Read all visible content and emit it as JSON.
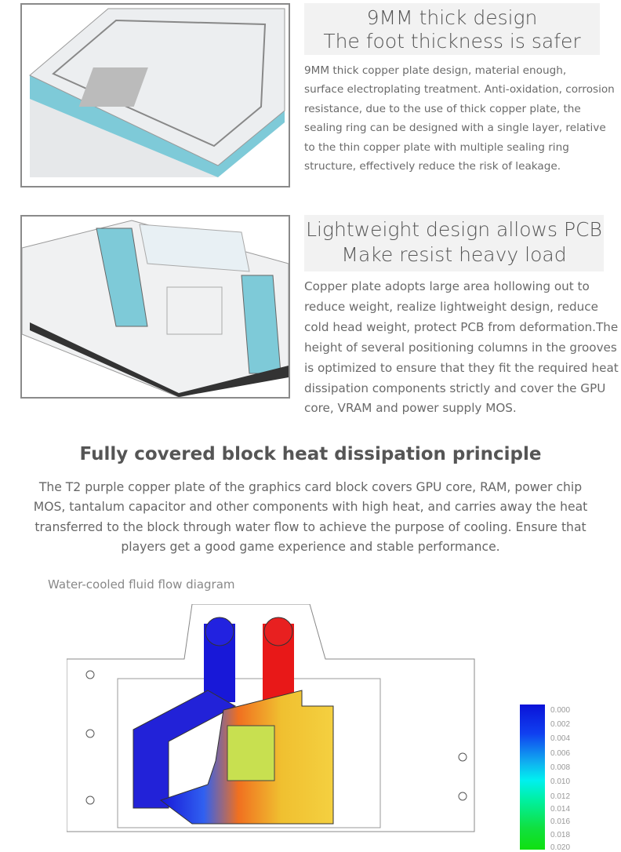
{
  "feature1": {
    "heading": [
      "9MM thick design",
      "The foot thickness is safer"
    ],
    "lines": [
      " 9MM thick copper plate design, material enough,",
      "surface electroplating treatment. Anti-oxidation, corrosion",
      "resistance, due to the use of thick copper plate, the",
      "sealing ring can be designed with a single layer, relative",
      "to the thin copper plate with multiple sealing ring",
      "structure, effectively reduce the risk of leakage."
    ]
  },
  "feature2": {
    "heading": [
      "Lightweight design allows PCB",
      "Make resist heavy load"
    ],
    "lines": [
      "Copper plate adopts large area hollowing out to",
      "reduce weight, realize lightweight design, reduce",
      "cold head weight, protect PCB from deformation.The",
      "height of several positioning columns in the grooves",
      "is optimized to ensure that they fit the required heat",
      "dissipation components strictly and cover the GPU",
      "core, VRAM and power supply MOS."
    ]
  },
  "section": {
    "title": "Fully covered block heat dissipation principle",
    "lines": [
      "The T2 purple copper plate of the graphics card block covers GPU core, RAM, power chip",
      "MOS, tantalum capacitor and other components with high heat, and carries away the heat",
      "transferred to the block through water flow to achieve the purpose of cooling. Ensure that",
      "players get a good game experience and stable performance."
    ]
  },
  "diagram": {
    "caption": "Water-cooled fluid flow diagram",
    "legend": [
      "0.000",
      "0.002",
      "0.004",
      "0.006",
      "0.008",
      "0.010",
      "0.012",
      "0.014",
      "0.016",
      "0.018",
      "0.020"
    ],
    "colors": {
      "low": "#0a12d8",
      "mid": "#00f0f0",
      "high": "#10e010",
      "hot": "#e81010",
      "warm": "#f4c020"
    }
  }
}
